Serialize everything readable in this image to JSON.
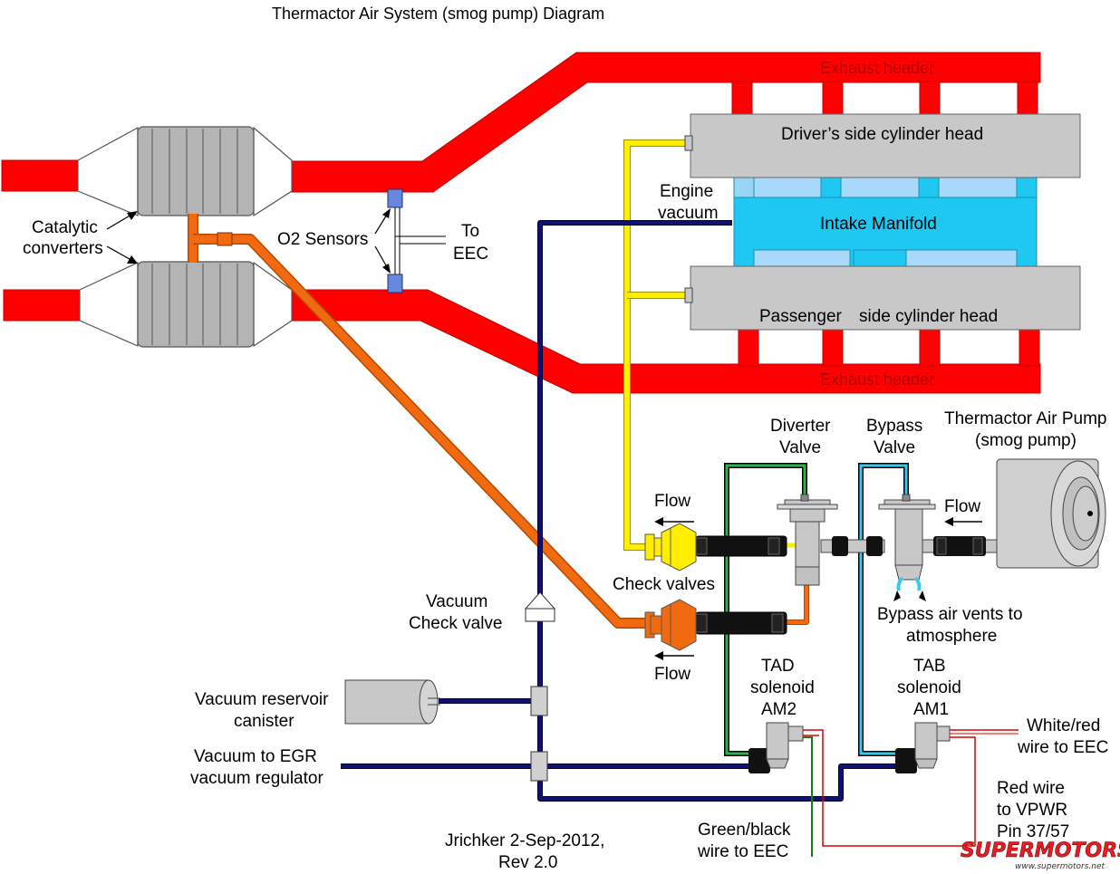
{
  "title": "Thermactor Air System (smog pump) Diagram",
  "labels": {
    "exhaust_header_top": "Exhaust header",
    "exhaust_header_bottom": "Exhaust header",
    "drivers_head": "Driver’s side cylinder head",
    "passenger_head_a": "Passenger",
    "passenger_head_b": "side cylinder head",
    "intake_manifold": "Intake Manifold",
    "engine_vacuum": [
      "Engine",
      "vacuum"
    ],
    "catalytic_converters": [
      "Catalytic",
      "converters"
    ],
    "o2_sensors": "O2 Sensors",
    "to_eec": [
      "To",
      "EEC"
    ],
    "diverter_valve": [
      "Diverter",
      "Valve"
    ],
    "bypass_valve": [
      "Bypass",
      "Valve"
    ],
    "air_pump": [
      "Thermactor Air Pump",
      "(smog pump)"
    ],
    "flow_top_left": "Flow",
    "flow_top_right": "Flow",
    "flow_bottom": "Flow",
    "check_valves": "Check valves",
    "bypass_vents": [
      "Bypass air vents to",
      "atmosphere"
    ],
    "vacuum_check_valve": [
      "Vacuum",
      "Check valve"
    ],
    "tad_solenoid": [
      "TAD",
      "solenoid",
      "AM2"
    ],
    "tab_solenoid": [
      "TAB",
      "solenoid",
      "AM1"
    ],
    "vacuum_reservoir": [
      "Vacuum reservoir",
      "canister"
    ],
    "vacuum_egr": [
      "Vacuum to EGR",
      "vacuum regulator"
    ],
    "white_red_wire": [
      "White/red",
      "wire to EEC"
    ],
    "red_wire": [
      "Red wire",
      "to VPWR",
      "Pin 37/57"
    ],
    "green_black_wire": [
      "Green/black",
      "wire to EEC"
    ],
    "credit": [
      "Jrichker 2-Sep-2012,",
      "Rev 2.0"
    ]
  },
  "watermark": {
    "brand": "SUPERMOTORS",
    "url": "www.supermotors.net"
  },
  "colors": {
    "exhaust": "#ff0000",
    "exhaust_stroke": "#c00000",
    "cylinder_head": "#c8c8c8",
    "intake": "#1ec8f0",
    "catalytic_body": "#b4b4b4",
    "air_line_orange": "#f26a10",
    "air_line_yellow": "#ffee00",
    "vacuum_line": "#10106e",
    "tad_vacuum_line": "#2db34a",
    "tab_vacuum_line": "#33ccee",
    "red_wire": "#dd0000",
    "green_wire": "#1a7a1a",
    "o2_sensor": "#6688dd"
  }
}
